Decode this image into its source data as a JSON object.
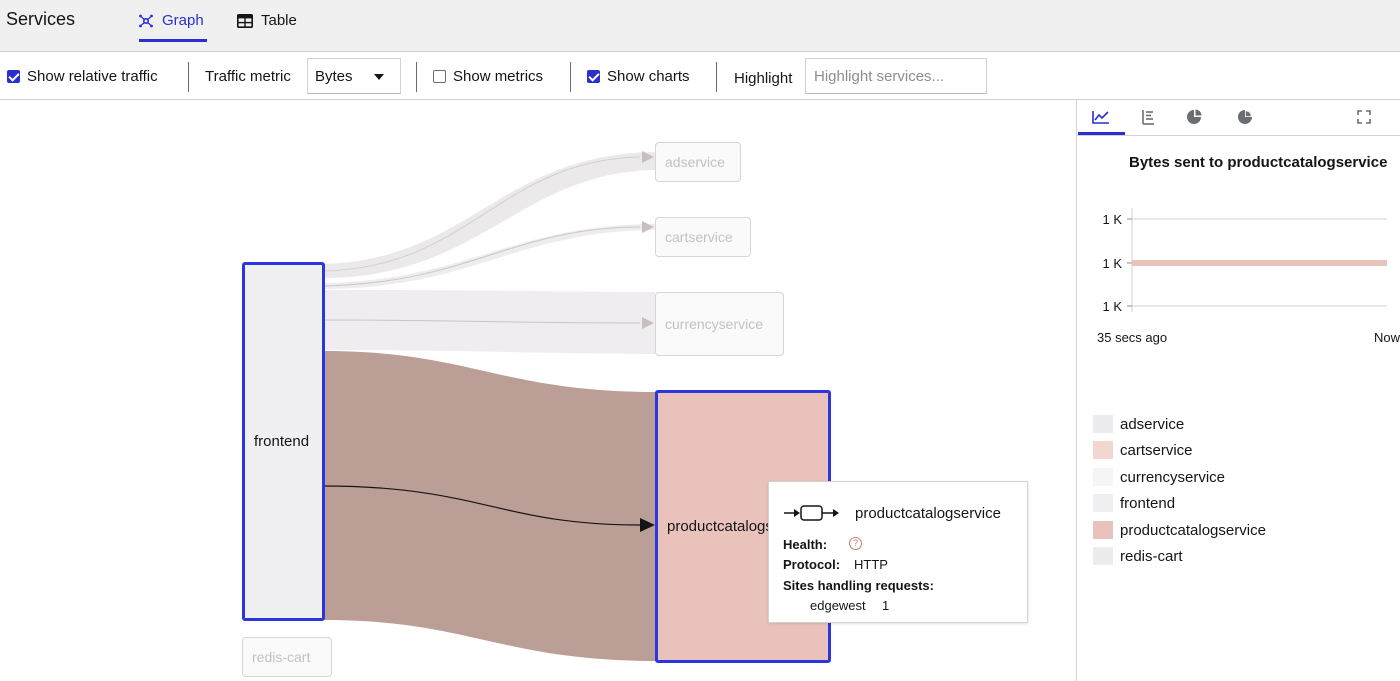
{
  "header": {
    "title": "Services",
    "tabs": [
      {
        "label": "Graph",
        "icon": "topology-icon",
        "active": true
      },
      {
        "label": "Table",
        "icon": "table-icon",
        "active": false
      }
    ]
  },
  "toolbar": {
    "show_relative_traffic": {
      "label": "Show relative traffic",
      "checked": true
    },
    "traffic_metric": {
      "label": "Traffic metric",
      "value": "Bytes"
    },
    "show_metrics": {
      "label": "Show metrics",
      "checked": false
    },
    "show_charts": {
      "label": "Show charts",
      "checked": true
    },
    "highlight": {
      "label": "Highlight",
      "placeholder": "Highlight services..."
    }
  },
  "graph": {
    "nodes": {
      "adservice": "adservice",
      "cartservice": "cartservice",
      "currencyservice": "currencyservice",
      "frontend": "frontend",
      "productcatalogservice": "productcatalogservice",
      "redis_cart": "redis-cart"
    },
    "selected": [
      "frontend",
      "productcatalogservice"
    ]
  },
  "tooltip": {
    "service": "productcatalogservice",
    "health_label": "Health:",
    "protocol_label": "Protocol:",
    "protocol_value": "HTTP",
    "sites_label": "Sites handling requests:",
    "site_name": "edgewest",
    "site_count": "1"
  },
  "panel": {
    "tabs": [
      "line-chart-icon",
      "list-icon",
      "pie-chart-icon",
      "pie-segment-icon"
    ],
    "expand_icon": "expand-icon",
    "chart_title": "Bytes sent to productcatalogservice",
    "legend": [
      {
        "name": "adservice",
        "color": "#ececee"
      },
      {
        "name": "cartservice",
        "color": "#f2d6d0"
      },
      {
        "name": "currencyservice",
        "color": "#f5f5f5"
      },
      {
        "name": "frontend",
        "color": "#f0eff2"
      },
      {
        "name": "productcatalogservice",
        "color": "#e9c3bb"
      },
      {
        "name": "redis-cart",
        "color": "#ececec"
      }
    ]
  },
  "colors": {
    "accent": "#2b2fcf",
    "flow_selected": "#bb9f97",
    "flow_faded": "#ece9eb",
    "selected_node_fill": "#e9c3bb"
  },
  "chart_data": {
    "type": "line",
    "title": "Bytes sent to productcatalogservice",
    "x_tick_labels": [
      "35 secs ago",
      "Now"
    ],
    "y_tick_labels": [
      "1 K",
      "1 K",
      "1 K"
    ],
    "series": [
      {
        "name": "productcatalogservice",
        "color": "#e9c3bb",
        "values": [
          1000,
          1000
        ]
      }
    ],
    "grid": true
  }
}
